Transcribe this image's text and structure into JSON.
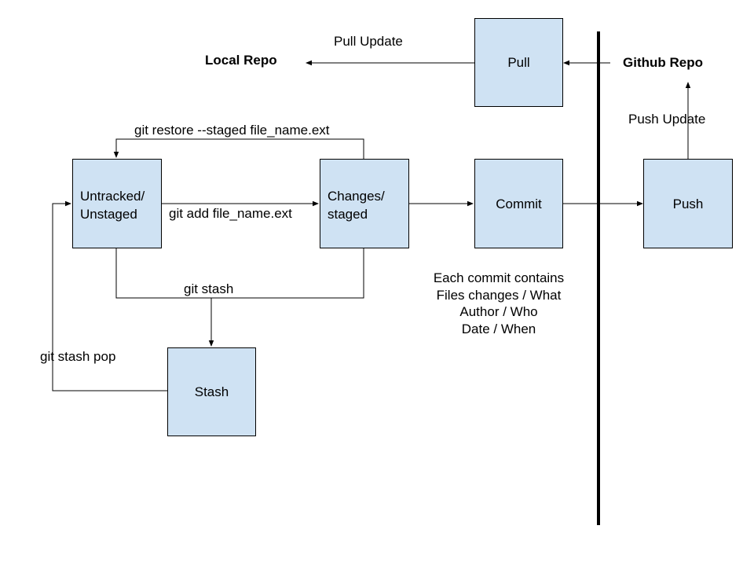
{
  "nodes": {
    "pull": "Pull",
    "untracked_line1": "Untracked/",
    "untracked_line2": "Unstaged",
    "changes_line1": "Changes/",
    "changes_line2": "staged",
    "commit": "Commit",
    "push": "Push",
    "stash": "Stash"
  },
  "labels": {
    "local_repo": "Local Repo",
    "github_repo": "Github Repo",
    "pull_update": "Pull Update",
    "push_update": "Push Update",
    "git_restore": "git restore --staged  file_name.ext",
    "git_add": "git add file_name.ext",
    "git_stash": "git stash",
    "git_stash_pop": "git stash pop"
  },
  "commit_note": [
    "Each commit contains",
    "Files changes / What",
    "Author / Who",
    "Date / When"
  ],
  "colors": {
    "box_fill": "#cfe2f3",
    "stroke": "#000000"
  }
}
